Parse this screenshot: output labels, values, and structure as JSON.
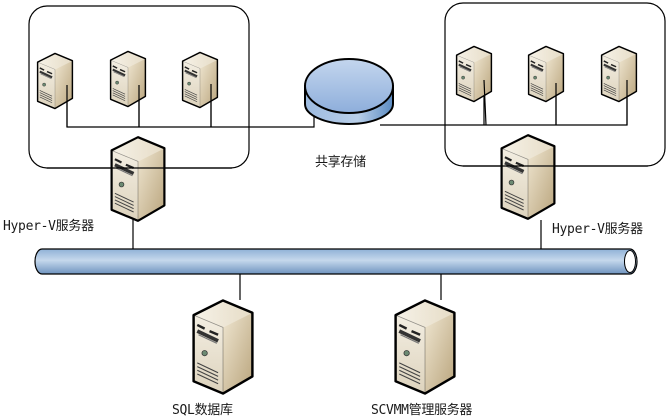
{
  "title": "Hyper-V / SCVMM network topology",
  "colors": {
    "line": "#000000",
    "bus_fill_top": "#8fb1d6",
    "bus_fill_mid": "#c5d8ec",
    "bus_fill_bottom": "#6f94bf",
    "storage_top": "#b6cbe6",
    "storage_side": "#6c98c8",
    "server_front": "#e8e0cc",
    "server_side": "#c9b896"
  },
  "labels": {
    "shared_storage": "共享存储",
    "hyperv_left": "Hyper-V服务器",
    "hyperv_right": "Hyper-V服务器",
    "sql": "SQL数据库",
    "scvmm": "SCVMM管理服务器"
  },
  "nodes": {
    "left_cluster_vms": [
      "vm-1",
      "vm-2",
      "vm-3"
    ],
    "right_cluster_vms": [
      "vm-4",
      "vm-5",
      "vm-6"
    ],
    "hosts": [
      "hyperv-left",
      "hyperv-right"
    ],
    "infrastructure": [
      "sql-server",
      "scvmm-server"
    ],
    "storage": "shared-storage",
    "network": "network-bus"
  }
}
